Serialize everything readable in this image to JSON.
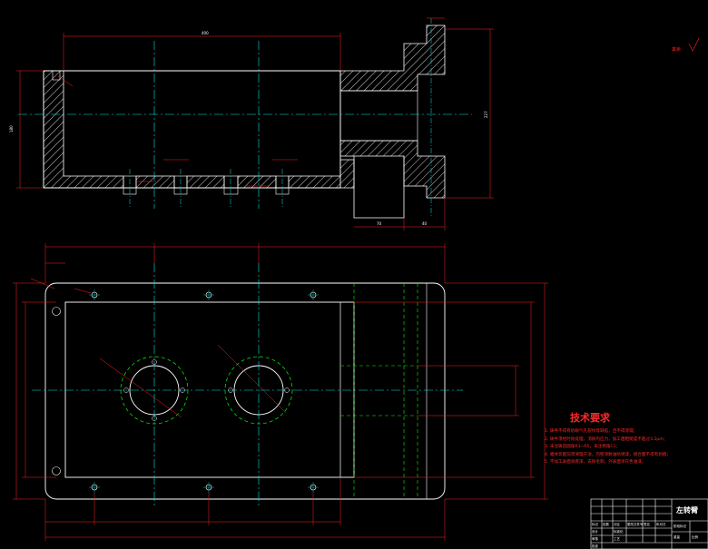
{
  "colors": {
    "outline": "#ffffff",
    "centerline": "#00e5e5",
    "dimension": "#ff2020",
    "hidden": "#00ff00",
    "notes": "#ff2a2a",
    "background": "#000000"
  },
  "notes": {
    "title": "技术要求",
    "lines": [
      "1. 铸件不得有砂眼气孔裂纹等缺陷，且不得渗漏；",
      "2. 铸件须经时效处理，消除内应力，加工面粗糙度不超过3.2μm；",
      "3. 未注铸造圆角R3~R5，未注倒角C1；",
      "4. 箱体装配前须清理干净，内壁涂耐油防锈漆，接合面不得有划痕；",
      "5. 不加工表面涂底漆，去除毛刺，外表面涂灰色油漆。"
    ]
  },
  "roughness_note": "其余",
  "title_block": {
    "title": "左转臂",
    "cells": [
      "标记",
      "处数",
      "分区",
      "更改文件号",
      "签名",
      "年月日",
      "设计",
      "标准化",
      "审核",
      "工艺",
      "批准",
      "阶段标记",
      "重量",
      "比例"
    ]
  }
}
